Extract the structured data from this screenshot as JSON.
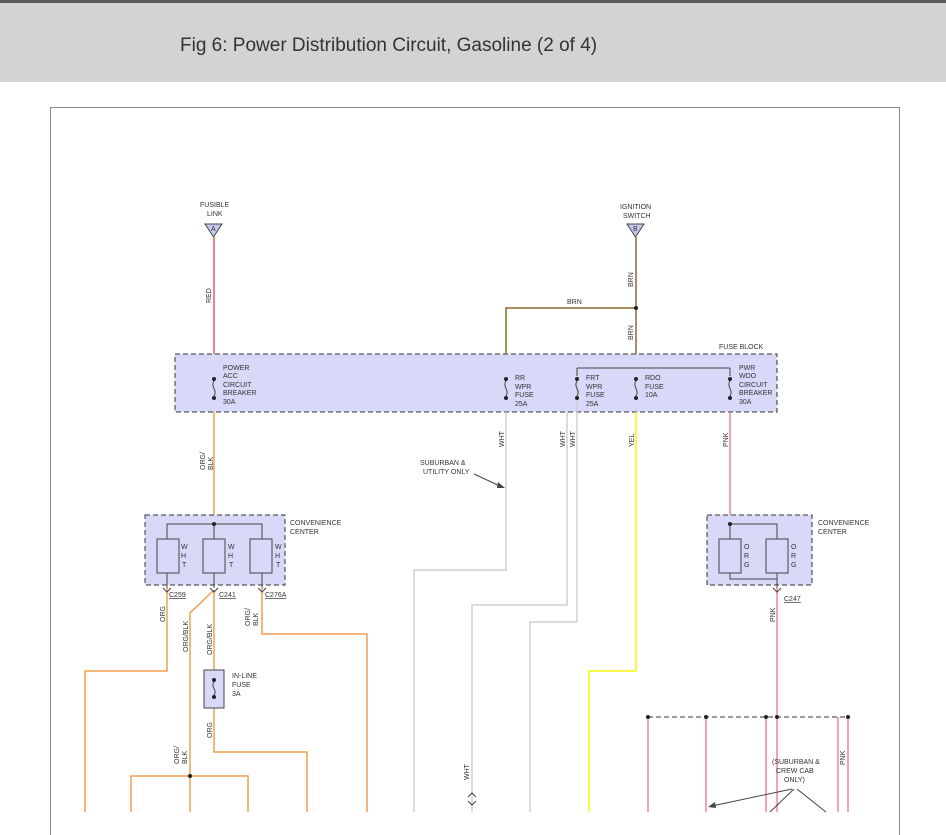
{
  "header": {
    "title": "Fig 6: Power Distribution Circuit, Gasoline (2 of 4)"
  },
  "colors": {
    "header_bg": "#d3d3d3",
    "box_fill": "#d8d8f8",
    "wire_red": "#e06060",
    "wire_orange": "#f0a050",
    "wire_brown": "#8a6a2a",
    "wire_white": "#d0d0d0",
    "wire_yellow": "#f5f50a",
    "wire_pink": "#f080a0"
  },
  "diagram": {
    "sources": {
      "fusible_link": [
        "FUSIBLE",
        "LINK"
      ],
      "fusible_link_letter": "A",
      "ignition_switch": [
        "IGNITION",
        "SWITCH"
      ],
      "ignition_switch_letter": "B"
    },
    "fuse_block": {
      "title": "FUSE BLOCK",
      "power_acc": [
        "POWER",
        "ACC",
        "CIRCUIT",
        "BREAKER",
        "30A"
      ],
      "rr_wpr": [
        "RR",
        "WPR",
        "FUSE",
        "25A"
      ],
      "frt_wpr": [
        "FRT",
        "WPR",
        "FUSE",
        "25A"
      ],
      "rdo": [
        "RDO",
        "FUSE",
        "10A"
      ],
      "pwr_wdo": [
        "PWR",
        "WDO",
        "CIRCUIT",
        "BREAKER",
        "30A"
      ]
    },
    "wire_labels": {
      "red": "RED",
      "brn_top": "BRN",
      "brn_horizontal": "BRN",
      "brn_mid": "BRN",
      "org_blk": [
        "ORG/",
        "BLK"
      ],
      "wht_rr": "WHT",
      "wht_frt_a": "WHT",
      "wht_frt_b": "WHT",
      "yel": "YEL",
      "pnk": "PNK",
      "org_c259": "ORG",
      "org_blk_c241": "ORG/BLK",
      "org_blk_c276a": [
        "ORG/",
        "BLK"
      ],
      "org_blk_fuse_in": "ORG/BLK",
      "org_fuse_out": "ORG",
      "org_blk_lower": [
        "ORG/",
        "BLK"
      ],
      "wht_lower": "WHT",
      "pnk_c247": "PNK",
      "pnk_lower": "PNK"
    },
    "notes": {
      "suburban_utility": [
        "SUBURBAN &",
        "UTILITY ONLY"
      ],
      "suburban_crew": [
        "(SUBURBAN &",
        "CREW CAB",
        "ONLY)"
      ]
    },
    "convenience_left": {
      "label": [
        "CONVENIENCE",
        "CENTER"
      ],
      "wht": [
        "W",
        "H",
        "T"
      ]
    },
    "convenience_right": {
      "label": [
        "CONVENIENCE",
        "CENTER"
      ],
      "org": [
        "O",
        "R",
        "G"
      ]
    },
    "connectors": {
      "c259": "C259",
      "c241": "C241",
      "c276a": "C276A",
      "c247": "C247"
    },
    "inline_fuse": [
      "IN-LINE",
      "FUSE",
      "3A"
    ]
  }
}
